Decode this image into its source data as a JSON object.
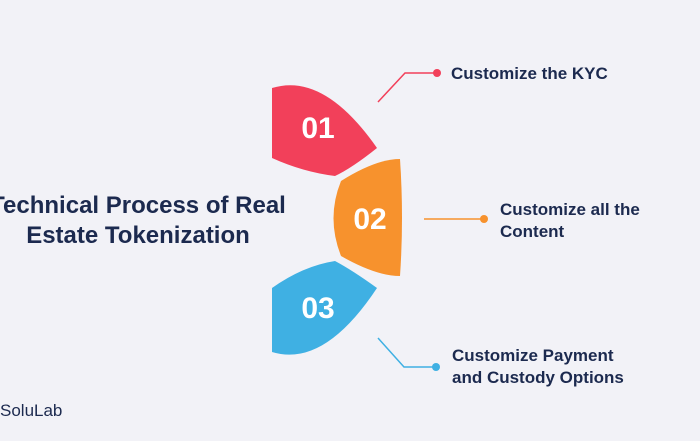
{
  "title_lines": [
    "Technical Process of Real",
    "Estate Tokenization"
  ],
  "steps": [
    {
      "number": "01",
      "label_lines": [
        "Customize the KYC"
      ],
      "color": "#f2405a"
    },
    {
      "number": "02",
      "label_lines": [
        "Customize all the",
        "Content"
      ],
      "color": "#f7922d"
    },
    {
      "number": "03",
      "label_lines": [
        "Customize Payment",
        "and Custody Options"
      ],
      "color": "#3fb0e3"
    }
  ],
  "brand": "SoluLab"
}
